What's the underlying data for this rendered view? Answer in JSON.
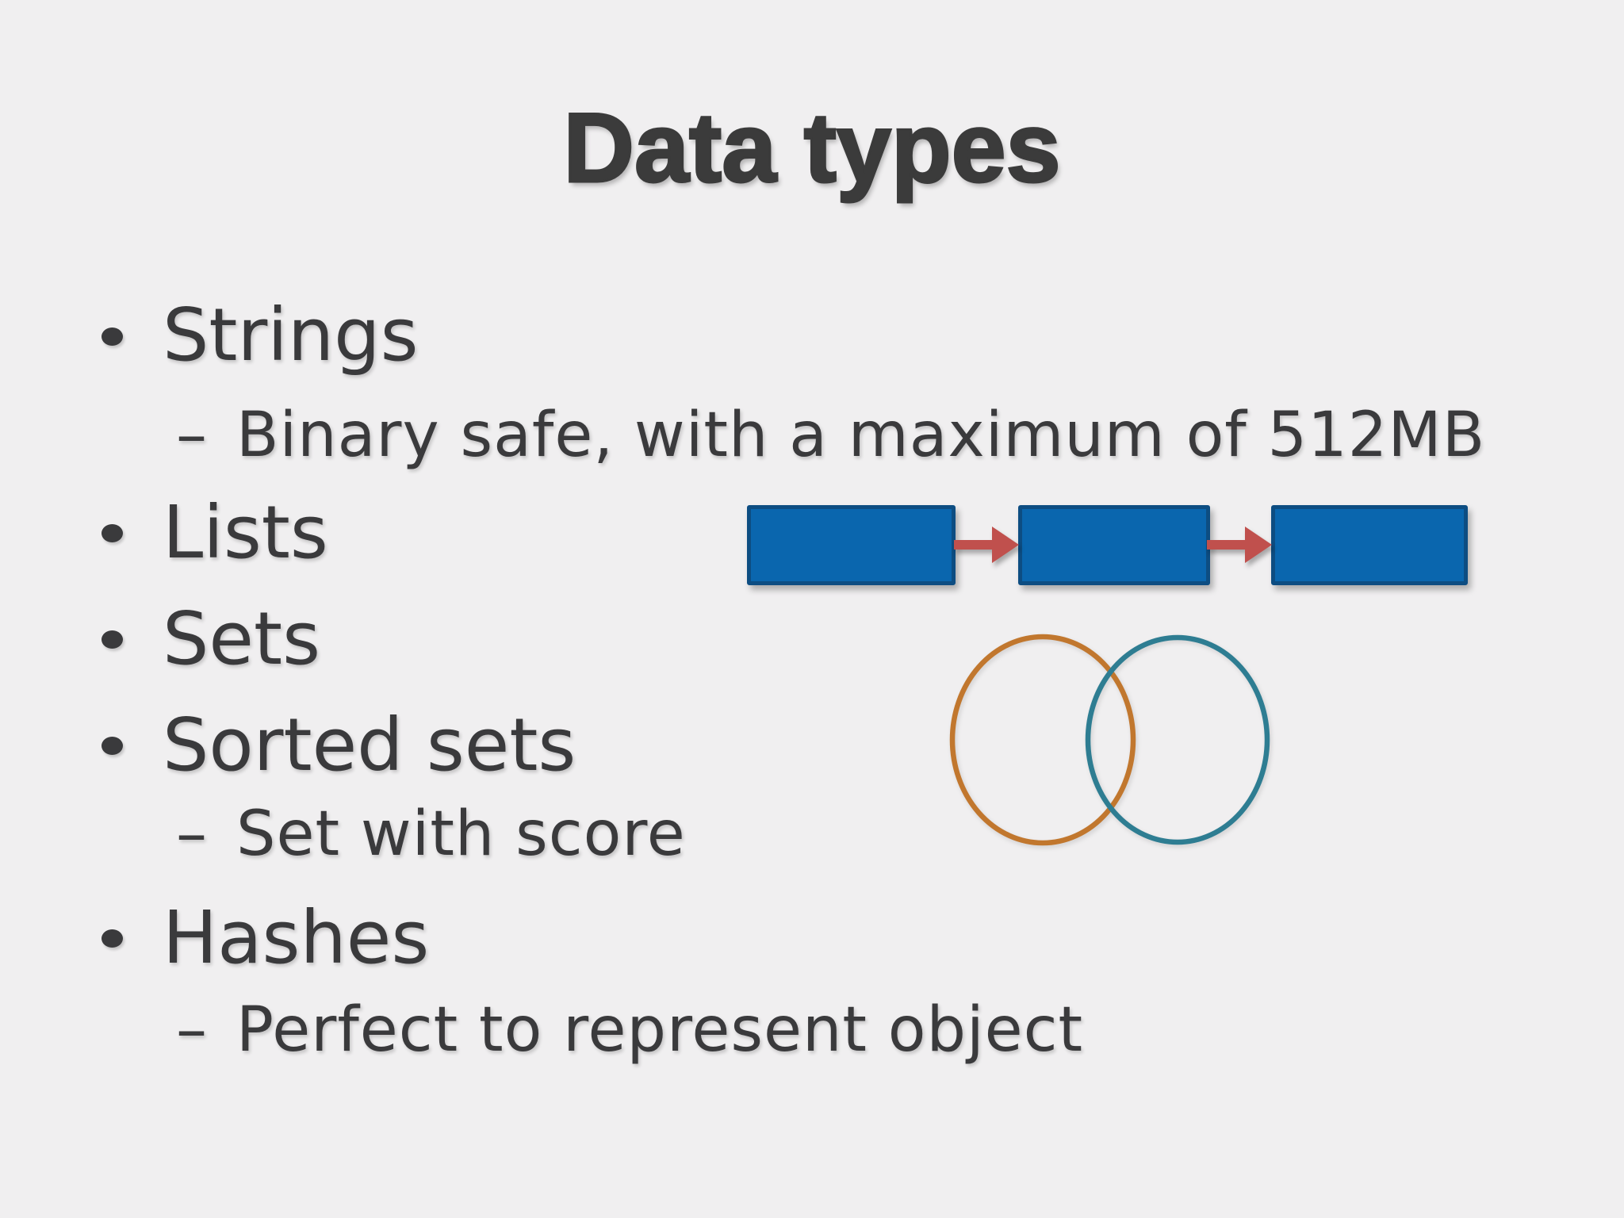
{
  "slide": {
    "title": "Data types",
    "bullets": [
      {
        "level": 1,
        "marker": "•",
        "text": "Strings"
      },
      {
        "level": 2,
        "marker": "–",
        "text": "Binary safe, with a maximum of 512MB"
      },
      {
        "level": 1,
        "marker": "•",
        "text": "Lists"
      },
      {
        "level": 1,
        "marker": "•",
        "text": "Sets"
      },
      {
        "level": 1,
        "marker": "•",
        "text": "Sorted sets"
      },
      {
        "level": 2,
        "marker": "–",
        "text": "Set with score"
      },
      {
        "level": 1,
        "marker": "•",
        "text": "Hashes"
      },
      {
        "level": 2,
        "marker": "–",
        "text": "Perfect to represent object"
      }
    ],
    "colors": {
      "background": "#f0eff0",
      "text": "#3a3a3c",
      "title": "#3b3b3b",
      "box_fill": "#0a66ae",
      "box_border": "#0d4d82",
      "arrow": "#c0504d",
      "venn_left": "#c1772e",
      "venn_right": "#2e7d92"
    },
    "diagrams": {
      "linked_list_box_count": 3,
      "venn_circle_count": 2
    }
  }
}
